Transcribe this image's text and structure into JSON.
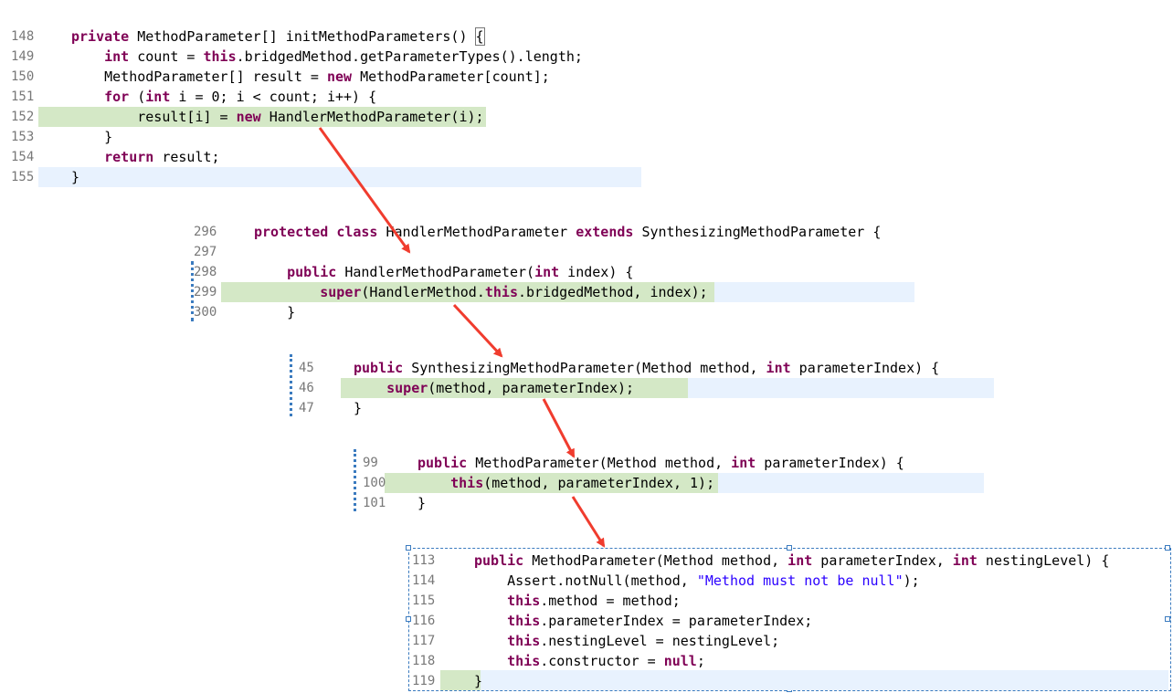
{
  "snippets": [
    {
      "lines": [
        {
          "num": "148",
          "code": [
            {
              "t": "private",
              "k": "kw"
            },
            {
              "t": " MethodParameter[] initMethodParameters() "
            },
            {
              "t": "{",
              "k": "bracket"
            }
          ]
        },
        {
          "num": "149",
          "code": [
            {
              "t": "    "
            },
            {
              "t": "int",
              "k": "kw"
            },
            {
              "t": " count = "
            },
            {
              "t": "this",
              "k": "kw"
            },
            {
              "t": ".bridgedMethod.getParameterTypes().length;"
            }
          ]
        },
        {
          "num": "150",
          "code": [
            {
              "t": "    MethodParameter[] result = "
            },
            {
              "t": "new",
              "k": "kw"
            },
            {
              "t": " MethodParameter[count];"
            }
          ]
        },
        {
          "num": "151",
          "code": [
            {
              "t": "    "
            },
            {
              "t": "for",
              "k": "kw"
            },
            {
              "t": " ("
            },
            {
              "t": "int",
              "k": "kw"
            },
            {
              "t": " i = 0; i < count; i++) {"
            }
          ]
        },
        {
          "num": "152",
          "code": [
            {
              "t": "        result[i] = "
            },
            {
              "t": "new",
              "k": "kw"
            },
            {
              "t": " HandlerMethodParameter(i);"
            }
          ]
        },
        {
          "num": "153",
          "code": [
            {
              "t": "    }"
            }
          ]
        },
        {
          "num": "154",
          "code": [
            {
              "t": "    "
            },
            {
              "t": "return",
              "k": "kw"
            },
            {
              "t": " result;"
            }
          ]
        },
        {
          "num": "155",
          "code": [
            {
              "t": "}"
            }
          ]
        }
      ]
    },
    {
      "lines": [
        {
          "num": "296",
          "code": [
            {
              "t": "protected",
              "k": "kw"
            },
            {
              "t": " "
            },
            {
              "t": "class",
              "k": "kw"
            },
            {
              "t": " HandlerMethodParameter "
            },
            {
              "t": "extends",
              "k": "kw"
            },
            {
              "t": " SynthesizingMethodParameter {"
            }
          ]
        },
        {
          "num": "297",
          "code": []
        },
        {
          "num": "298",
          "code": [
            {
              "t": "    "
            },
            {
              "t": "public",
              "k": "kw"
            },
            {
              "t": " HandlerMethodParameter("
            },
            {
              "t": "int",
              "k": "kw"
            },
            {
              "t": " index) {"
            }
          ]
        },
        {
          "num": "299",
          "code": [
            {
              "t": "        "
            },
            {
              "t": "super",
              "k": "kw"
            },
            {
              "t": "(HandlerMethod."
            },
            {
              "t": "this",
              "k": "kw"
            },
            {
              "t": ".bridgedMethod, index);"
            }
          ]
        },
        {
          "num": "300",
          "code": [
            {
              "t": "    }"
            }
          ]
        }
      ]
    },
    {
      "lines": [
        {
          "num": "45",
          "code": [
            {
              "t": "public",
              "k": "kw"
            },
            {
              "t": " SynthesizingMethodParameter(Method method, "
            },
            {
              "t": "int",
              "k": "kw"
            },
            {
              "t": " parameterIndex) {"
            }
          ]
        },
        {
          "num": "46",
          "code": [
            {
              "t": "    "
            },
            {
              "t": "super",
              "k": "kw"
            },
            {
              "t": "(method, parameterIndex);"
            }
          ]
        },
        {
          "num": "47",
          "code": [
            {
              "t": "}"
            }
          ]
        }
      ]
    },
    {
      "lines": [
        {
          "num": "99",
          "code": [
            {
              "t": "public",
              "k": "kw"
            },
            {
              "t": " MethodParameter(Method method, "
            },
            {
              "t": "int",
              "k": "kw"
            },
            {
              "t": " parameterIndex) {"
            }
          ]
        },
        {
          "num": "100",
          "code": [
            {
              "t": "    "
            },
            {
              "t": "this",
              "k": "kw"
            },
            {
              "t": "(method, parameterIndex, 1);"
            }
          ]
        },
        {
          "num": "101",
          "code": [
            {
              "t": "}"
            }
          ]
        }
      ]
    },
    {
      "lines": [
        {
          "num": "113",
          "code": [
            {
              "t": "public",
              "k": "kw"
            },
            {
              "t": " MethodParameter(Method method, "
            },
            {
              "t": "int",
              "k": "kw"
            },
            {
              "t": " parameterIndex, "
            },
            {
              "t": "int",
              "k": "kw"
            },
            {
              "t": " nestingLevel) {"
            }
          ]
        },
        {
          "num": "114",
          "code": [
            {
              "t": "    Assert.notNull(method, "
            },
            {
              "t": "\"Method must not be null\"",
              "k": "str"
            },
            {
              "t": ");"
            }
          ]
        },
        {
          "num": "115",
          "code": [
            {
              "t": "    "
            },
            {
              "t": "this",
              "k": "kw"
            },
            {
              "t": ".method = method;"
            }
          ]
        },
        {
          "num": "116",
          "code": [
            {
              "t": "    "
            },
            {
              "t": "this",
              "k": "kw"
            },
            {
              "t": ".parameterIndex = parameterIndex;"
            }
          ]
        },
        {
          "num": "117",
          "code": [
            {
              "t": "    "
            },
            {
              "t": "this",
              "k": "kw"
            },
            {
              "t": ".nestingLevel = nestingLevel;"
            }
          ]
        },
        {
          "num": "118",
          "code": [
            {
              "t": "    "
            },
            {
              "t": "this",
              "k": "kw"
            },
            {
              "t": ".constructor = "
            },
            {
              "t": "null",
              "k": "kw"
            },
            {
              "t": ";"
            }
          ]
        },
        {
          "num": "119",
          "code": [
            {
              "t": "}"
            }
          ]
        }
      ]
    }
  ],
  "colors": {
    "keyword": "#7f0055",
    "string": "#2a00ff",
    "lineNumber": "#787878",
    "currentLine": "#e8f2fe",
    "debugLine": "#d4e8c6",
    "arrow": "#f03c2e"
  }
}
